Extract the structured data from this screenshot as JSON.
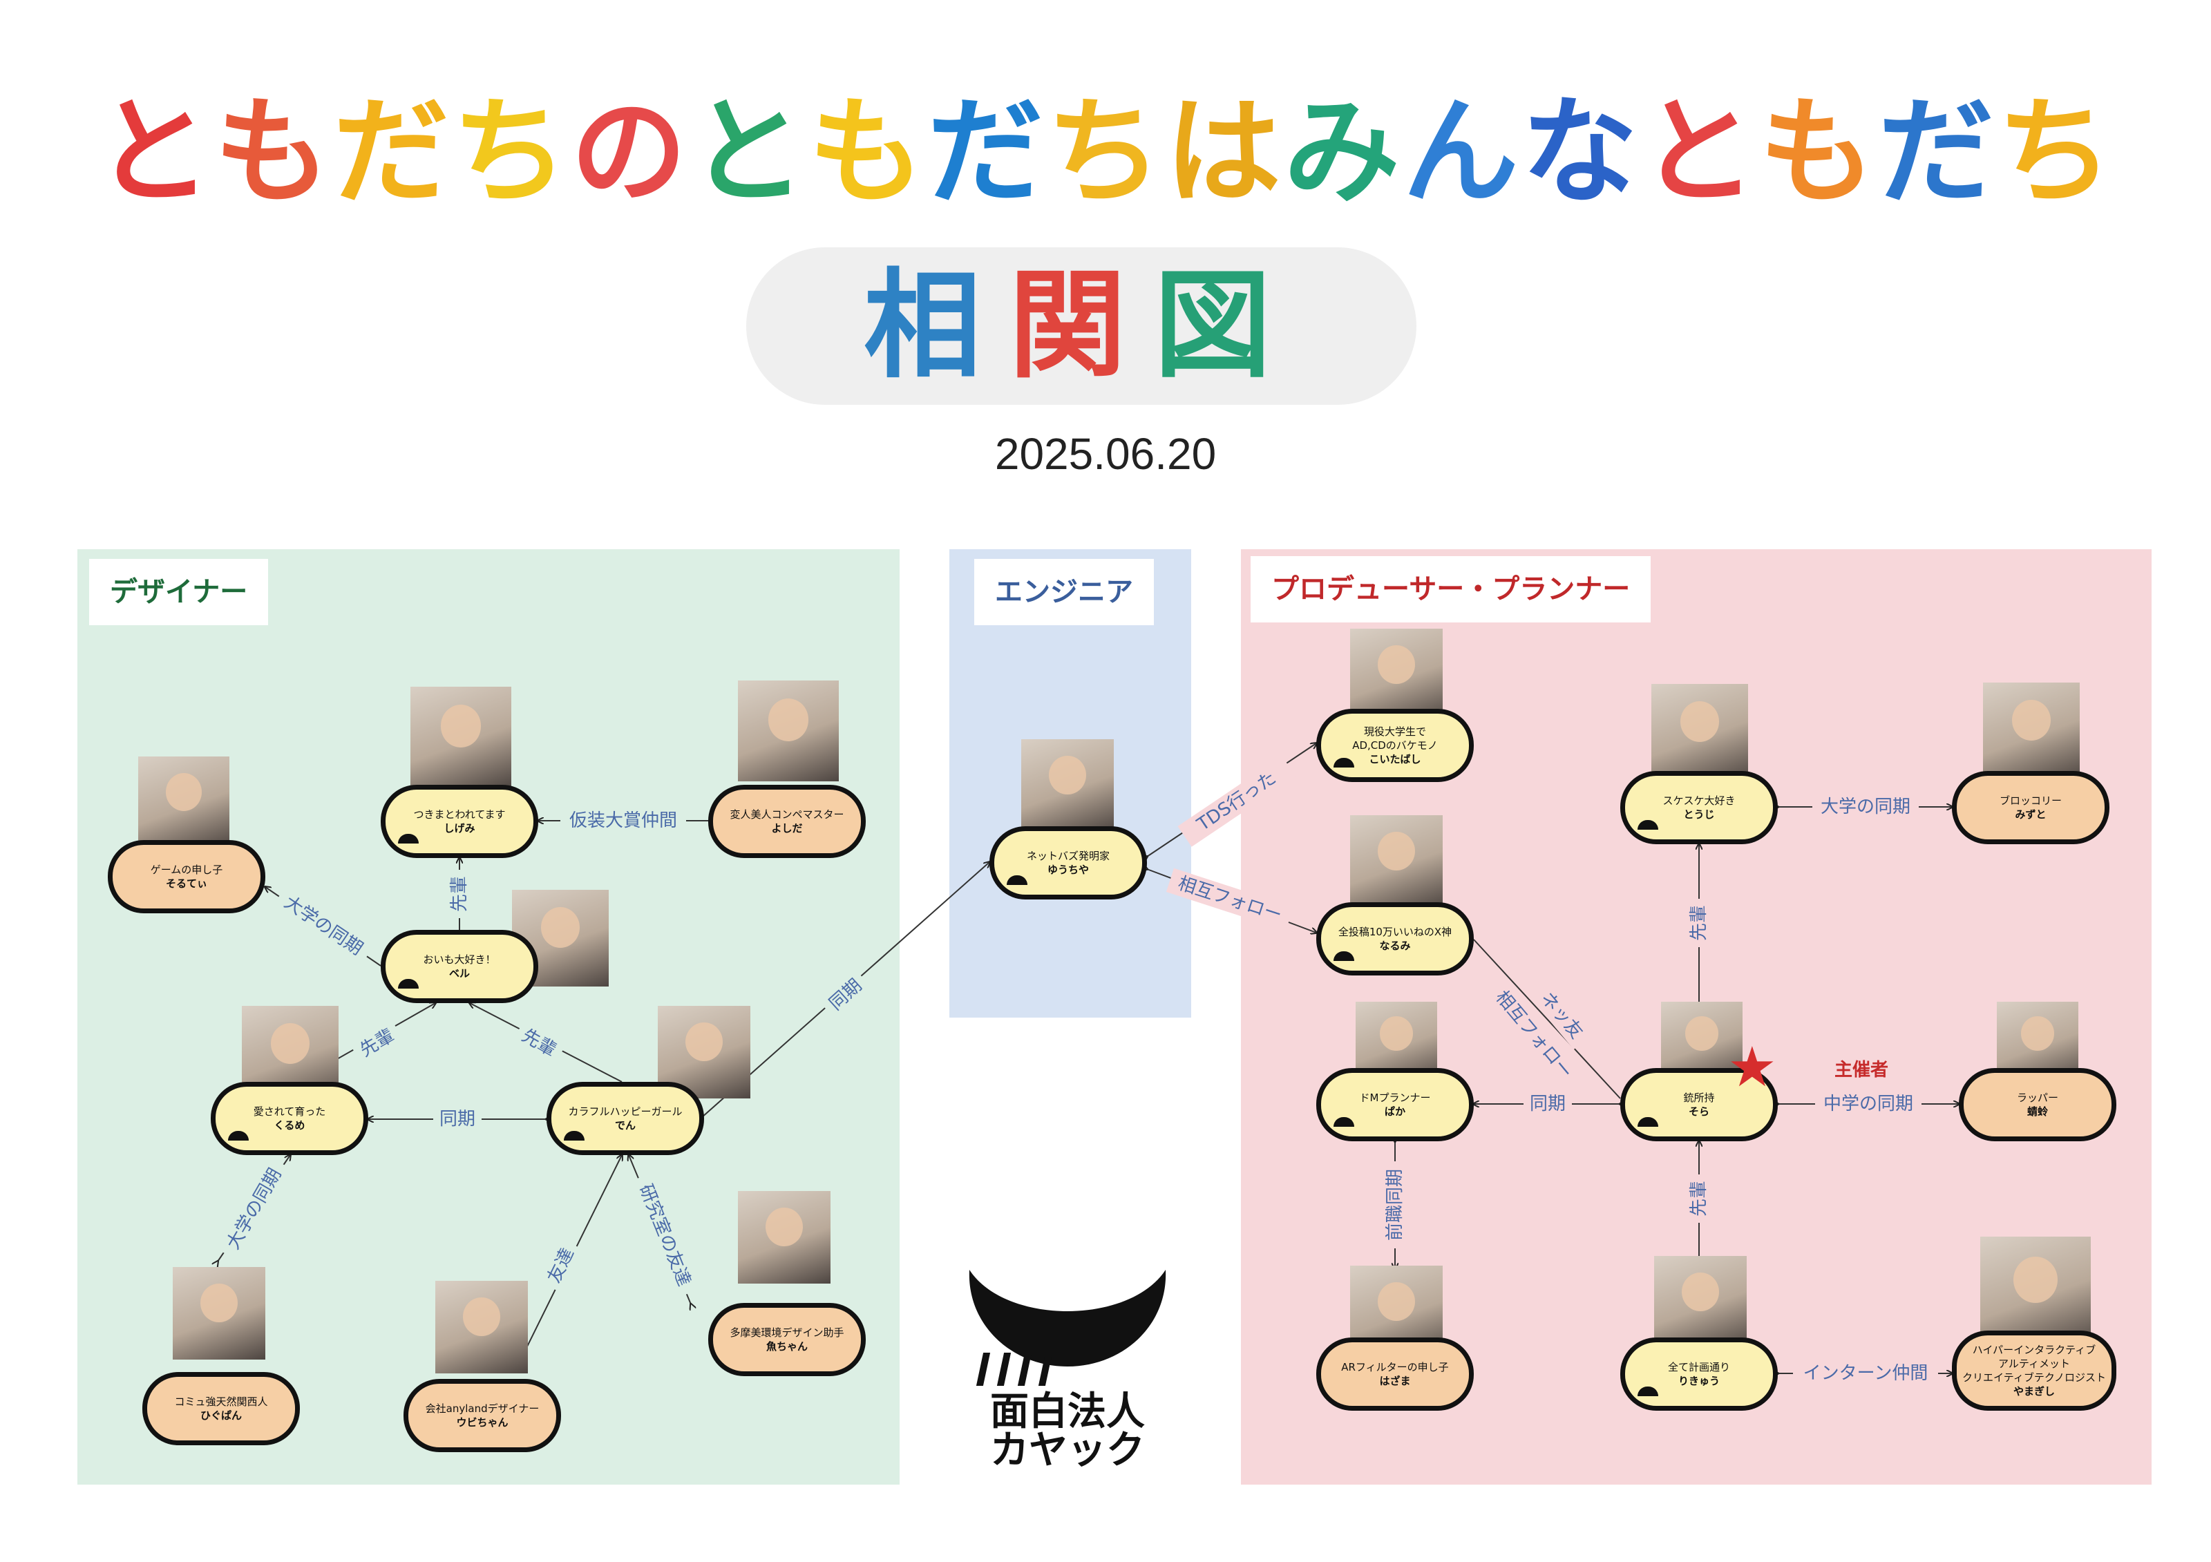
{
  "title": {
    "chars": [
      {
        "ch": "と",
        "color": "#e43b3b"
      },
      {
        "ch": "も",
        "color": "#e75a3a"
      },
      {
        "ch": "だ",
        "color": "#f2b21b"
      },
      {
        "ch": "ち",
        "color": "#f2c81d"
      },
      {
        "ch": "の",
        "color": "#e64a4a"
      },
      {
        "ch": "と",
        "color": "#2aa56a"
      },
      {
        "ch": "も",
        "color": "#f4c41c"
      },
      {
        "ch": "だ",
        "color": "#1e7fd0"
      },
      {
        "ch": "ち",
        "color": "#f0b620"
      },
      {
        "ch": "は",
        "color": "#e8a81a"
      },
      {
        "ch": "み",
        "color": "#24a47a"
      },
      {
        "ch": "ん",
        "color": "#2f7fd5"
      },
      {
        "ch": "な",
        "color": "#2b63c8"
      },
      {
        "ch": "と",
        "color": "#e54444"
      },
      {
        "ch": "も",
        "color": "#f08a2a"
      },
      {
        "ch": "だ",
        "color": "#2c76cc"
      },
      {
        "ch": "ち",
        "color": "#f2b11c"
      }
    ]
  },
  "subtitle": {
    "chars": [
      {
        "ch": "相",
        "color": "#2e82c4"
      },
      {
        "ch": "関",
        "color": "#e0453d"
      },
      {
        "ch": "図",
        "color": "#26a076"
      }
    ]
  },
  "date": "2025.06.20",
  "panels": {
    "designer": {
      "label": "デザイナー",
      "label_color": "#1e6b3a",
      "bg": "#dcefe4"
    },
    "engineer": {
      "label": "エンジニア",
      "label_color": "#3a5e9c",
      "bg": "#d6e2f3"
    },
    "producer": {
      "label": "プロデューサー・プランナー",
      "label_color": "#c0282a",
      "bg": "#f7d7da"
    }
  },
  "people": [
    {
      "desc": "ゲームの申し子",
      "name": "そるてぃ",
      "color": "#f6cfa5"
    },
    {
      "desc": "つきまとわれてます",
      "name": "しげみ",
      "color": "#fbf1b3"
    },
    {
      "desc": "変人美人コンペマスター",
      "name": "よしだ",
      "color": "#f6cfa5"
    },
    {
      "desc": "おいも大好き！",
      "name": "ベル",
      "color": "#fbf1b3"
    },
    {
      "desc": "愛されて育った",
      "name": "くるめ",
      "color": "#fbf1b3"
    },
    {
      "desc": "カラフルハッピーガール",
      "name": "でん",
      "color": "#fbf1b3"
    },
    {
      "desc": "コミュ強天然関西人",
      "name": "ひぐぱん",
      "color": "#f6cfa5"
    },
    {
      "desc": "会社anylandデザイナー",
      "name": "ウビちゃん",
      "color": "#f6cfa5"
    },
    {
      "desc": "多摩美環境デザイン助手",
      "name": "魚ちゃん",
      "color": "#f6cfa5"
    },
    {
      "desc": "ネットバズ発明家",
      "name": "ゆうちや",
      "color": "#fbf1b3"
    },
    {
      "desc": "現役大学生で\nAD,CDのバケモノ",
      "name": "こいたばし",
      "color": "#fbf1b3"
    },
    {
      "desc": "全投稿10万いいねのX神",
      "name": "なるみ",
      "color": "#fbf1b3"
    },
    {
      "desc": "ドMプランナー",
      "name": "ぱか",
      "color": "#fbf1b3"
    },
    {
      "desc": "ARフィルターの申し子",
      "name": "はざま",
      "color": "#f6cfa5"
    },
    {
      "desc": "スケスケ大好き",
      "name": "とうじ",
      "color": "#fbf1b3"
    },
    {
      "desc": "ブロッコリー",
      "name": "みずと",
      "color": "#f6cfa5"
    },
    {
      "desc": "銃所持",
      "name": "そら",
      "color": "#fbf1b3"
    },
    {
      "desc": "ラッパー",
      "name": "蜻蛉",
      "color": "#f6cfa5"
    },
    {
      "desc": "全て計画通り",
      "name": "りきゅう",
      "color": "#fbf1b3"
    },
    {
      "desc": "ハイパーインタラクティブ\nアルティメット\nクリエイティブテクノロジスト",
      "name": "やまぎし",
      "color": "#f6cfa5"
    }
  ],
  "relations": {
    "kasou": "仮装大賞仲間",
    "senpai_shigemi": "先輩",
    "daigaku_soruti": "大学の同期",
    "senpai_kurume": "先輩",
    "senpai_den": "先輩",
    "douki_den": "同期",
    "daigaku_higupan": "大学の同期",
    "tomodachi": "友達",
    "kenkyushitsu": "研究室の友達",
    "douki_yuchiya": "同期",
    "tds": "TDS行った",
    "sougo1": "相互フォロー",
    "nettomo": "ネッ友",
    "sougo2": "相互フォロー",
    "douki_paka": "同期",
    "zenshoku": "前職同期",
    "senpai_touji": "先輩",
    "daigaku_mizuto": "大学の同期",
    "chugaku": "中学の同期",
    "senpai_rikyu": "先輩",
    "intern": "インターン仲間"
  },
  "organizer_label": "主催者",
  "logo": {
    "line1": "面白法人",
    "line2": "カヤック"
  }
}
